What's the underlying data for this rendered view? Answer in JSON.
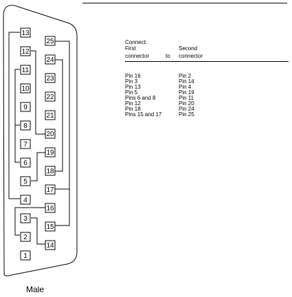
{
  "connector": {
    "label": "Male",
    "pins_top_row": [
      "13",
      "12",
      "11",
      "10",
      "9",
      "8",
      "7",
      "6",
      "5",
      "4",
      "3",
      "2",
      "1"
    ],
    "pins_bottom_row": [
      "25",
      "24",
      "23",
      "22",
      "21",
      "20",
      "19",
      "18",
      "17",
      "16",
      "15",
      "14"
    ]
  },
  "table": {
    "header_connect": "Connect:",
    "header_first": "First",
    "header_connector_1": "connector",
    "header_to": "to",
    "header_second": "Second",
    "header_connector_2": "connector",
    "rows": [
      {
        "first": "Pin 16",
        "second": "Pin 2"
      },
      {
        "first": "Pin 3",
        "second": "Pin 14"
      },
      {
        "first": "Pin 13",
        "second": "Pin 4"
      },
      {
        "first": "Pin 5",
        "second": "Pin 19"
      },
      {
        "first": "Pins 6 and 8",
        "second": "Pin 11"
      },
      {
        "first": "Pin 12",
        "second": "Pin 20"
      },
      {
        "first": "Pin 18",
        "second": "Pin 24"
      },
      {
        "first": "Pins 15 and 17",
        "second": "Pin 25"
      }
    ]
  }
}
